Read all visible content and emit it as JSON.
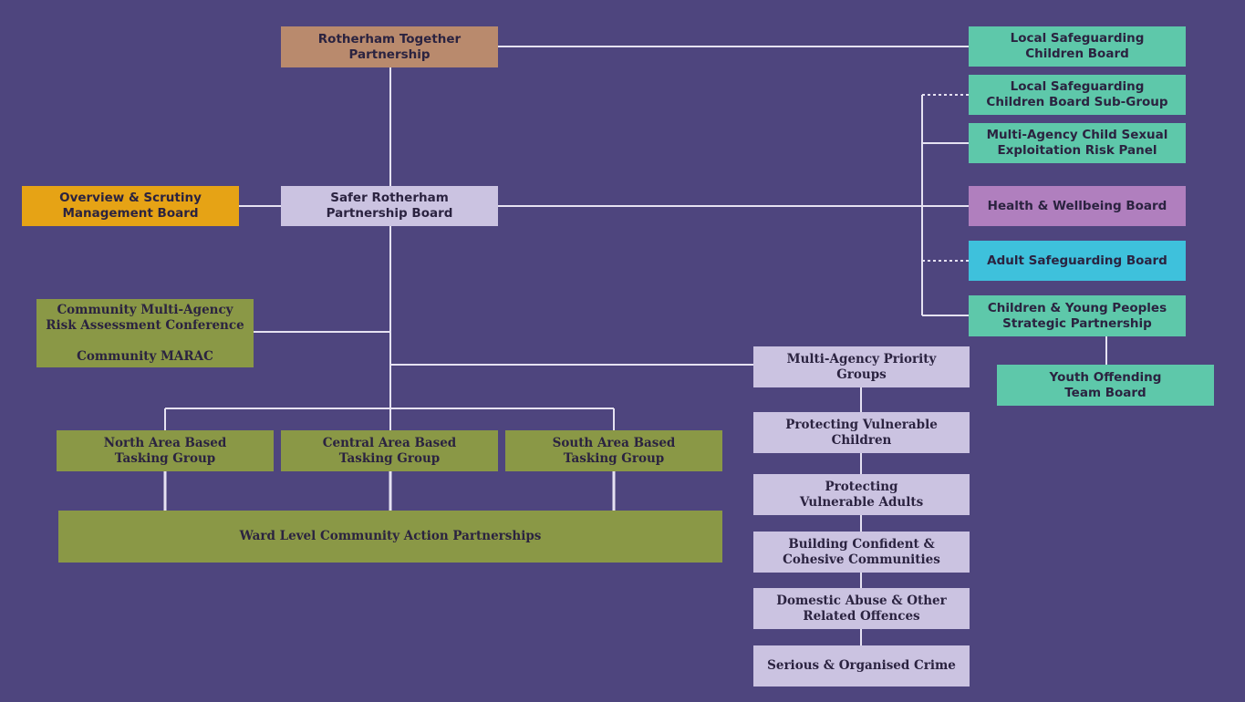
{
  "colors": {
    "background": "#4e457e",
    "line": "#e6e2f2",
    "brown": "#b98a6d",
    "lavender": "#cbc3e1",
    "orange": "#e6a315",
    "olive": "#8a9846",
    "teal": "#5ec8aa",
    "purple": "#b07fbe",
    "cyan": "#3ec1dc"
  },
  "nodes": {
    "rotherham": "Rotherham Together\nPartnership",
    "safer": "Safer Rotherham\nPartnership Board",
    "overview": "Overview & Scrutiny\nManagement Board",
    "marac": "Community Multi-Agency\nRisk Assessment Conference\n\nCommunity MARAC",
    "north": "North Area Based\nTasking Group",
    "central": "Central Area Based\nTasking Group",
    "south": "South Area Based\nTasking Group",
    "ward": "Ward Level Community Action Partnerships",
    "lscb": "Local Safeguarding\nChildren Board",
    "lscb_sub": "Local Safeguarding\nChildren Board Sub-Group",
    "cse": "Multi-Agency Child Sexual\nExploitation Risk Panel",
    "health": "Health & Wellbeing Board",
    "adult": "Adult Safeguarding Board",
    "cyp": "Children & Young Peoples\nStrategic Partnership",
    "yot": "Youth Offending\nTeam Board",
    "priority": "Multi-Agency Priority\nGroups",
    "p1": "Protecting Vulnerable\nChildren",
    "p2": "Protecting\nVulnerable Adults",
    "p3": "Building Confident &\nCohesive Communities",
    "p4": "Domestic Abuse & Other\nRelated Offences",
    "p5": "Serious & Organised Crime"
  }
}
